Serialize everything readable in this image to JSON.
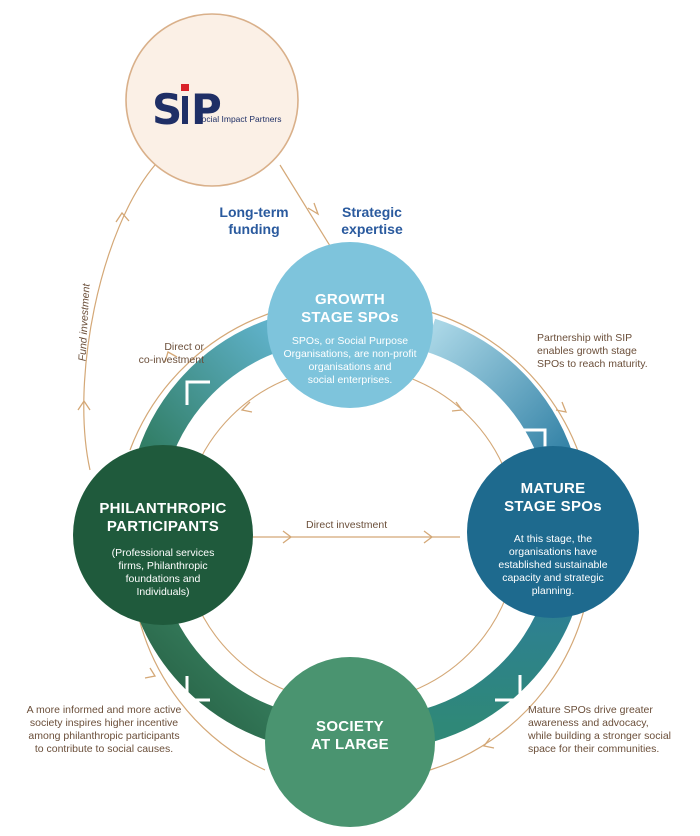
{
  "logo": {
    "mark_s": "S",
    "mark_i": "I",
    "mark_p": "P",
    "name": "Social Impact Partners",
    "accent_color": "#d9222a",
    "navy_color": "#1f2f66"
  },
  "top_labels": {
    "long_term_funding": "Long-term\nfunding",
    "strategic_expertise": "Strategic\nexpertise",
    "fund_investment": "Fund investment"
  },
  "nodes": {
    "growth": {
      "title": "GROWTH\nSTAGE SPOs",
      "desc": "SPOs, or Social Purpose\nOrganisations, are non-profit\norganisations and\nsocial enterprises.",
      "color": "#7ec4dc"
    },
    "mature": {
      "title": "MATURE\nSTAGE SPOs",
      "desc": "At this stage, the\norganisations have\nestablished sustainable\ncapacity and strategic\nplanning.",
      "color": "#1e6a8e"
    },
    "society": {
      "title": "SOCIETY\nAT LARGE",
      "color": "#4a9470"
    },
    "philanthropic": {
      "title": "PHILANTHROPIC\nPARTICIPANTS",
      "desc": "(Professional services\nfirms, Philanthropic\nfoundations and\nIndividuals)",
      "color": "#1f5a3c"
    }
  },
  "flow_labels": {
    "direct_co_investment": "Direct or\nco-investment",
    "partnership": "Partnership with SIP\nenables growth stage\nSPOs to reach maturity.",
    "direct_investment": "Direct investment",
    "mature_drive": "Mature SPOs drive greater\nawareness and advocacy,\nwhile building a stronger social\nspace for their communities.",
    "informed_society": "A more informed and more active\nsociety inspires higher incentive\namong philanthropic participants\nto contribute to social causes."
  },
  "colors": {
    "line": "#d4a877",
    "sip_circle_fill": "#fbf0e6",
    "sip_circle_stroke": "#d9b08a",
    "label_text": "#6b4f3a",
    "label_blue": "#2a5a9e"
  }
}
